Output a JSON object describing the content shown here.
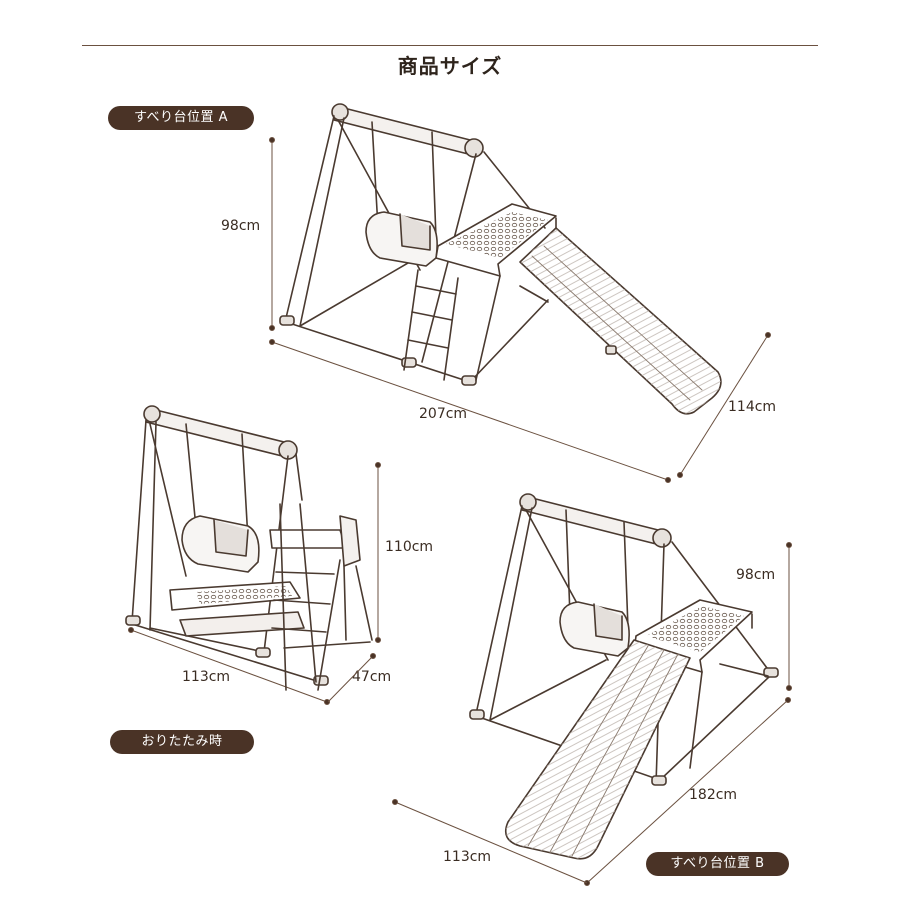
{
  "title": "商品サイズ",
  "labels": {
    "position_a": "すべり台位置 A",
    "position_b": "すべり台位置 B",
    "folded": "おりたたみ時"
  },
  "position_a": {
    "height": "98cm",
    "length": "207cm",
    "depth": "114cm"
  },
  "folded": {
    "height": "110cm",
    "width": "113cm",
    "depth": "47cm"
  },
  "position_b": {
    "height": "98cm",
    "length": "182cm",
    "width": "113cm"
  },
  "colors": {
    "rule": "#6b5140",
    "pill": "#4a3326",
    "line": "#4a3a30",
    "accent": "#9c8a7c"
  }
}
